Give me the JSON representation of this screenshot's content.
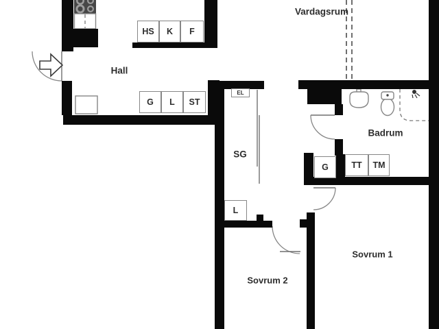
{
  "rooms": {
    "vardagsrum": {
      "label": "Vardagsrum"
    },
    "hall": {
      "label": "Hall"
    },
    "sg": {
      "label": "SG"
    },
    "badrum": {
      "label": "Badrum"
    },
    "sovrum1": {
      "label": "Sovrum 1"
    },
    "sovrum2": {
      "label": "Sovrum 2"
    }
  },
  "cabinets": {
    "kitchen_row": [
      "HS",
      "K",
      "F"
    ],
    "hall_row": [
      "G",
      "L",
      "ST"
    ],
    "electrical": "EL",
    "bathroom_wardrobe": "G",
    "laundry_row": [
      "TT",
      "TM"
    ],
    "corridor_linen": "L"
  },
  "icons": {
    "entry_arrow": "entry-direction-arrow",
    "stove": "stove-with-burners",
    "sink": "washbasin",
    "toilet": "toilet",
    "shower": "shower-head"
  },
  "colors": {
    "background": "#ffffff",
    "wall": "#0a0a0a",
    "label_text": "#2d2d2d",
    "fixture_outline": "#868686",
    "stove_fill": "#474747",
    "dashed_line": "#3f3f3f"
  }
}
